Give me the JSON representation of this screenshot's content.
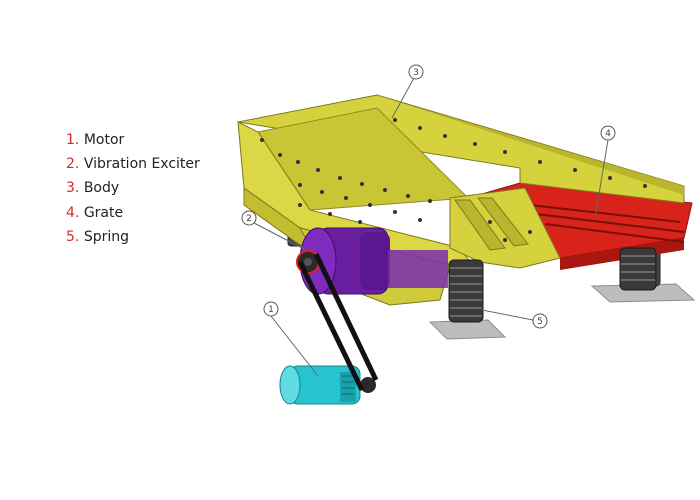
{
  "legend": {
    "items": [
      {
        "number": "1.",
        "label": "Motor"
      },
      {
        "number": "2.",
        "label": "Vibration Exciter"
      },
      {
        "number": "3.",
        "label": "Body"
      },
      {
        "number": "4.",
        "label": "Grate"
      },
      {
        "number": "5.",
        "label": "Spring"
      }
    ]
  },
  "callouts": {
    "motor": "1",
    "exciter": "2",
    "body": "3",
    "grate": "4",
    "spring": "5"
  },
  "colors": {
    "legend_number": "#d42a2a",
    "body": "#d6d23e",
    "body_shadow": "#b9b52c",
    "grate": "#d8231b",
    "exciter": "#6a1fa0",
    "motor": "#26c4cf",
    "spring": "#3a3a3a",
    "belt": "#111111"
  }
}
